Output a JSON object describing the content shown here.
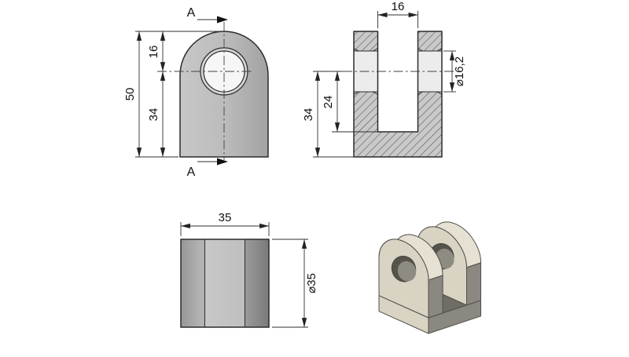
{
  "drawing": {
    "background": "#ffffff",
    "section_labels": {
      "top": "A",
      "bottom": "A"
    },
    "front_view": {
      "dim_total_height": "50",
      "dim_top_to_hole_center": "16",
      "dim_hole_center_to_base": "34"
    },
    "section_view": {
      "dim_slot_width": "16",
      "dim_bore_diameter": "⌀16,2",
      "dim_hole_center_to_base": "34",
      "dim_hole_center_to_slot_bottom": "24"
    },
    "bottom_view": {
      "dim_width": "35",
      "dim_diameter": "⌀35"
    },
    "colors": {
      "part_gray": "#b9b9b9",
      "part_chamfer": "#d5d5d5",
      "part_bore": "#f6f6f6",
      "hatch_line": "#4f4f4f",
      "line": "#2b2b2b",
      "iso_face_tan": "#d8d3c3",
      "iso_top_tan": "#e6e1d3",
      "iso_side_gray": "#8a8880",
      "iso_shadow": "#6f6d64",
      "iso_bore_dark": "#55534c",
      "iso_bore_mid": "#8e8b80"
    }
  }
}
